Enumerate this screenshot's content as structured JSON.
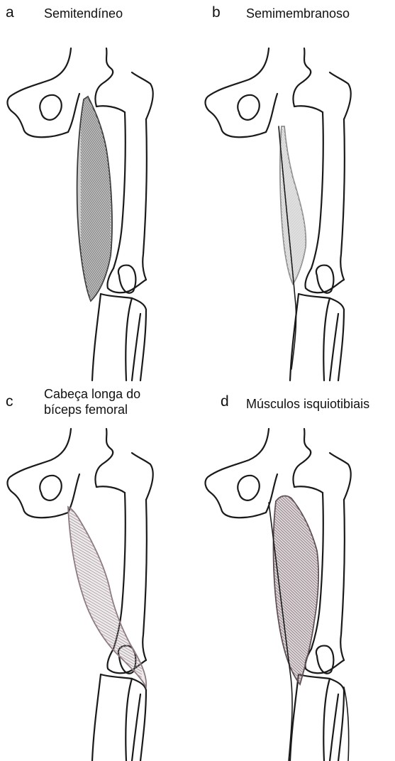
{
  "panels": [
    {
      "letter": "a",
      "title_lines": [
        "Semitendíneo"
      ],
      "muscle": "semitendinosus",
      "shade": "#6d6d6d"
    },
    {
      "letter": "b",
      "title_lines": [
        "Semimembranoso"
      ],
      "muscle": "semimembranosus",
      "shade": "#b9b9b9"
    },
    {
      "letter": "c",
      "title_lines": [
        "Cabeça longa do",
        "bíceps femoral"
      ],
      "muscle": "biceps-femoris-long-head",
      "shade": "#a08f94"
    },
    {
      "letter": "d",
      "title_lines": [
        "Músculos isquiotibiais"
      ],
      "muscle": "hamstrings",
      "shade": "#8c7a7f"
    }
  ]
}
